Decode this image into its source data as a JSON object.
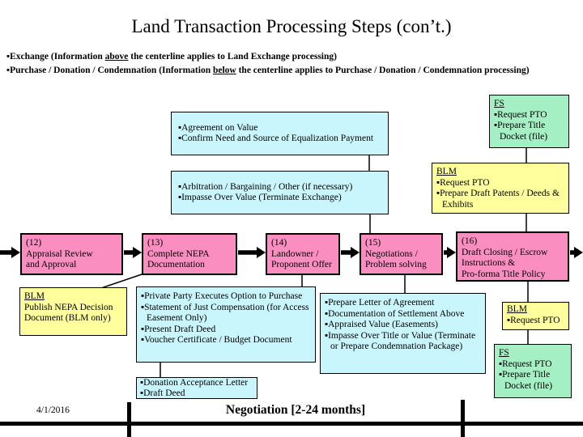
{
  "slide_title": "Land Transaction Processing Steps (con’t.)",
  "legend_bullets": [
    {
      "pre": "▪Exchange (Information ",
      "underlined": "above",
      "post": " the centerline applies to Land Exchange processing)"
    },
    {
      "pre": "▪Purchase / Donation /  Condemnation (Information ",
      "underlined": "below",
      "post": " the centerline applies to Purchase / Donation /  Condemnation processing)"
    }
  ],
  "boxes": {
    "fs_upper": {
      "header": "FS",
      "bullets": [
        "▪Request PTO",
        "▪Prepare Title Docket (file)"
      ]
    },
    "agreement": {
      "bullets": [
        "▪Agreement on Value",
        "▪Confirm Need and Source of Equalization Payment"
      ]
    },
    "arbitration": {
      "bullets": [
        "▪Arbitration / Bargaining / Other (if necessary)",
        "▪Impasse Over Value (Terminate Exchange)"
      ]
    },
    "blm_upper": {
      "header": "BLM",
      "bullets": [
        "▪Request PTO",
        "▪Prepare Draft Patents / Deeds & Exhibits"
      ]
    },
    "step12": {
      "lines": [
        "(12)",
        "Appraisal Review",
        "and Approval"
      ]
    },
    "step13": {
      "lines": [
        "(13)",
        "Complete NEPA",
        "Documentation"
      ]
    },
    "step14": {
      "lines": [
        "(14)",
        "Landowner /",
        "Proponent Offer"
      ]
    },
    "step15": {
      "lines": [
        "(15)",
        "Negotiations /",
        "Problem solving"
      ]
    },
    "step16": {
      "lines": [
        "(16)",
        "Draft Closing / Escrow",
        "Instructions &",
        "Pro-forma Title Policy"
      ]
    },
    "blm_publish": {
      "header": "BLM",
      "lines": [
        "Publish NEPA Decision",
        "Document (BLM only)"
      ]
    },
    "private_party": {
      "bullets": [
        "▪Private Party Executes Option to Purchase",
        "▪Statement of Just Compensation (for Access Easement Only)",
        "▪Present Draft Deed",
        "▪Voucher Certificate / Budget Document"
      ]
    },
    "prepare_letter": {
      "bullets": [
        "▪Prepare Letter of Agreement",
        "▪Documentation of Settlement Above",
        "▪Appraised Value  (Easements)",
        "▪Impasse Over  Title or Value (Terminate or Prepare Condemnation Package)"
      ]
    },
    "blm_request": {
      "header": "BLM",
      "bullets": [
        "▪Request PTO"
      ]
    },
    "fs_lower": {
      "header": "FS",
      "bullets": [
        "▪Request PTO",
        "▪Prepare Title Docket (file)"
      ]
    },
    "donation": {
      "bullets": [
        "▪Donation Acceptance Letter",
        "▪Draft Deed"
      ]
    }
  },
  "timeline": {
    "date": "4/1/2016",
    "phase_label": "Negotiation [2-24 months]"
  },
  "colors": {
    "pink": "#FB8EC1",
    "cyan": "#C9F5FC",
    "yellow": "#FFFF9E",
    "green": "#A5EFC5",
    "line": "#000000"
  }
}
